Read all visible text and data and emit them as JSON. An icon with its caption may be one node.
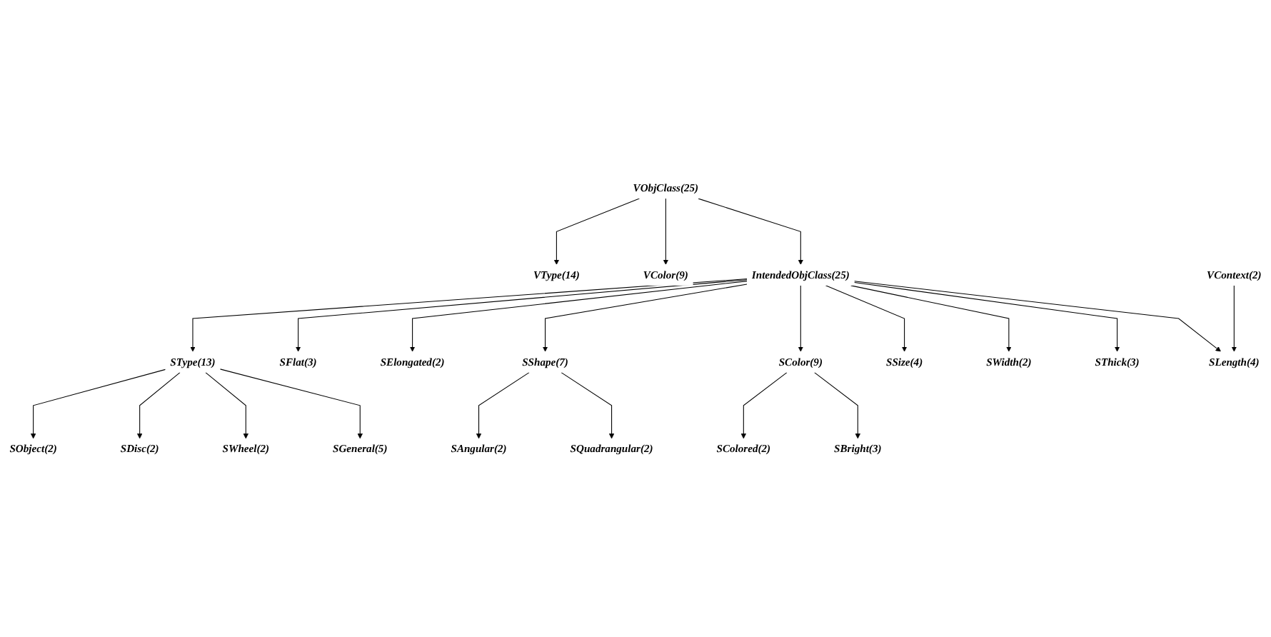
{
  "diagram": {
    "nodes": [
      {
        "text": [
          "VObjClass(25)"
        ]
      },
      {
        "text": [
          "VType(14)"
        ]
      },
      {
        "text": [
          "VColor(9)"
        ]
      },
      {
        "text": [
          "IntendedObjClass(25)"
        ]
      },
      {
        "text": [
          "SType(13)"
        ]
      },
      {
        "text": [
          "SFlat(3)"
        ]
      },
      {
        "text": [
          "SElongated(2)"
        ]
      },
      {
        "text": [
          "SObject(2)"
        ]
      },
      {
        "text": [
          "SDisc(2)"
        ]
      },
      {
        "text": [
          "SColor(9)"
        ]
      },
      {
        "text": [
          "SShape(7)"
        ]
      },
      {
        "text": [
          "SSize(4)"
        ]
      },
      {
        "text": [
          "SWidth(2)"
        ]
      },
      {
        "text": [
          "SWheel(2)"
        ]
      },
      {
        "text": [
          "SGeneral(5)"
        ]
      },
      {
        "text": [
          "SColored(2)"
        ]
      },
      {
        "text": [
          "SAngular(2)"
        ]
      },
      {
        "text": [
          "SThick(3)"
        ]
      },
      {
        "text": [
          "SQuadrangular(2)"
        ]
      },
      {
        "text": [
          "SLength(4)"
        ]
      },
      {
        "text": [
          "SBright(3)"
        ]
      },
      {
        "text": [
          "VContext(2)"
        ]
      }
    ],
    "edges": [
      {
        "from": 0,
        "to": 1,
        "arrow": "to"
      },
      {
        "from": 0,
        "to": 2,
        "arrow": "to"
      },
      {
        "from": 0,
        "to": 3,
        "arrow": "to"
      },
      {
        "from": 3,
        "to": 4,
        "arrow": "to"
      },
      {
        "from": 3,
        "to": 5,
        "arrow": "to"
      },
      {
        "from": 3,
        "to": 6,
        "arrow": "to"
      },
      {
        "from": 3,
        "to": 10,
        "arrow": "to"
      },
      {
        "from": 3,
        "to": 9,
        "arrow": "to"
      },
      {
        "from": 3,
        "to": 11,
        "arrow": "to"
      },
      {
        "from": 3,
        "to": 12,
        "arrow": "to"
      },
      {
        "from": 3,
        "to": 17,
        "arrow": "to"
      },
      {
        "from": 3,
        "to": 19,
        "arrow": "to"
      },
      {
        "from": 4,
        "to": 7,
        "arrow": "to"
      },
      {
        "from": 4,
        "to": 8,
        "arrow": "to"
      },
      {
        "from": 4,
        "to": 13,
        "arrow": "to"
      },
      {
        "from": 4,
        "to": 14,
        "arrow": "to"
      },
      {
        "from": 9,
        "to": 15,
        "arrow": "to"
      },
      {
        "from": 9,
        "to": 20,
        "arrow": "to"
      },
      {
        "from": 10,
        "to": 16,
        "arrow": "to"
      },
      {
        "from": 10,
        "to": 18,
        "arrow": "to"
      },
      {
        "from": 21,
        "to": 19,
        "arrow": "to"
      }
    ]
  }
}
